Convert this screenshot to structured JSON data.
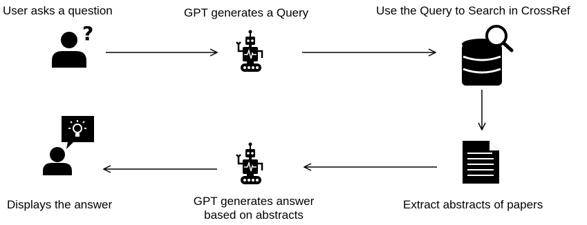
{
  "diagram": {
    "nodes": {
      "user_question": {
        "label": "User asks a question",
        "icon": "user-question-icon"
      },
      "gpt_query": {
        "label": "GPT generates a Query",
        "icon": "robot-icon"
      },
      "crossref_search": {
        "label": "Use the Query to Search in CrossRef",
        "icon": "database-search-icon"
      },
      "extract_abstracts": {
        "label": "Extract abstracts of papers",
        "icon": "document-icon"
      },
      "gpt_answer": {
        "label_line1": "GPT generates answer",
        "label_line2": "based on abstracts",
        "icon": "robot-icon"
      },
      "display_answer": {
        "label": "Displays the answer",
        "icon": "user-idea-icon"
      }
    },
    "edges": [
      {
        "from": "user_question",
        "to": "gpt_query"
      },
      {
        "from": "gpt_query",
        "to": "crossref_search"
      },
      {
        "from": "crossref_search",
        "to": "extract_abstracts"
      },
      {
        "from": "extract_abstracts",
        "to": "gpt_answer"
      },
      {
        "from": "gpt_answer",
        "to": "display_answer"
      }
    ],
    "colors": {
      "ink": "#000000",
      "background": "#ffffff"
    }
  }
}
